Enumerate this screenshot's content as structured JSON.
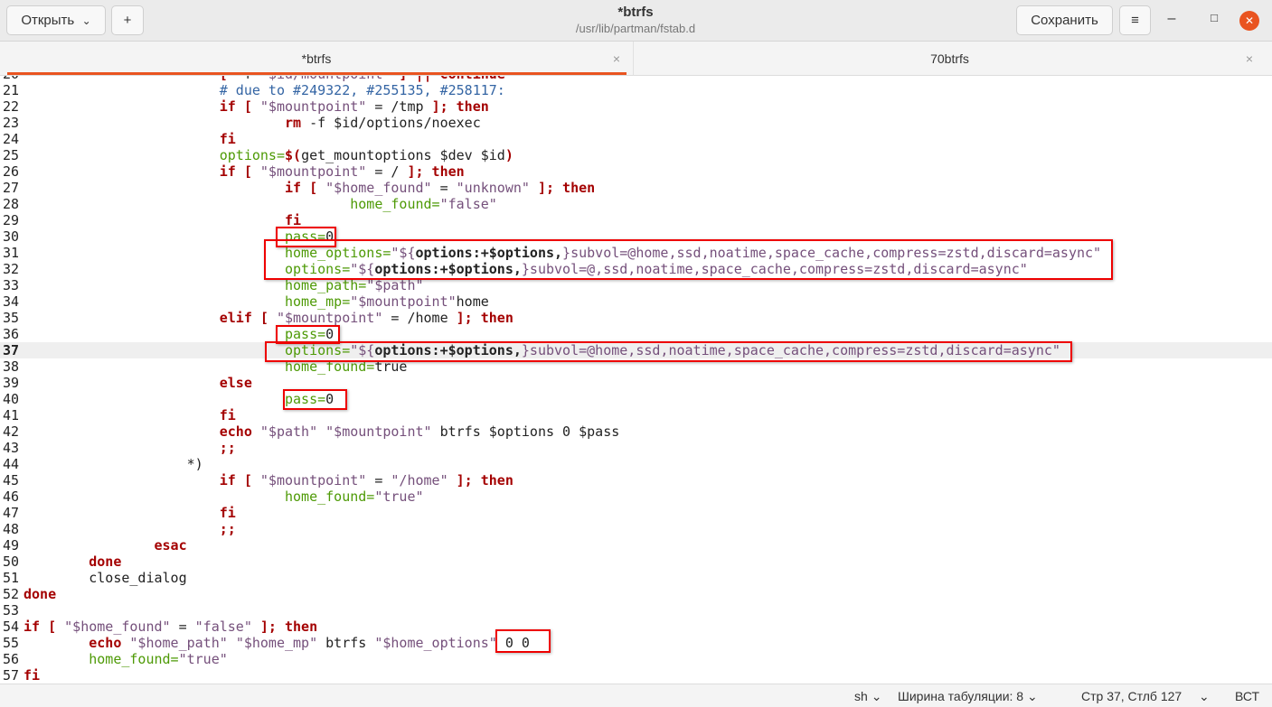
{
  "header": {
    "open_label": "Открыть",
    "open_chevron": "⌄",
    "new_tab_icon": "+",
    "title": "*btrfs",
    "subtitle": "/usr/lib/partman/fstab.d",
    "save_label": "Сохранить",
    "menu_icon": "≡",
    "minimize_icon": "–",
    "maximize_icon": "□",
    "close_icon": "✕"
  },
  "tabs": [
    {
      "label": "*btrfs",
      "close": "×",
      "active": true
    },
    {
      "label": "70btrfs",
      "close": "×",
      "active": false
    }
  ],
  "accent": "#e95420",
  "current_line": 37,
  "lines": [
    {
      "n": "20",
      "t": [
        [
          "tx",
          "\t\t\t"
        ],
        [
          "k",
          "[ "
        ],
        [
          "tx",
          "-f "
        ],
        [
          "s",
          "\"$id/mountpoint\""
        ],
        [
          "k",
          " ] || continue"
        ]
      ]
    },
    {
      "n": "21",
      "t": [
        [
          "tx",
          "\t\t\t"
        ],
        [
          "c",
          "# due to #249322, #255135, #258117:"
        ]
      ]
    },
    {
      "n": "22",
      "t": [
        [
          "tx",
          "\t\t\t"
        ],
        [
          "k",
          "if [ "
        ],
        [
          "s",
          "\"$mountpoint\""
        ],
        [
          "tx",
          " = /tmp "
        ],
        [
          "k",
          "]; then"
        ]
      ]
    },
    {
      "n": "23",
      "t": [
        [
          "tx",
          "\t\t\t\t"
        ],
        [
          "k",
          "rm"
        ],
        [
          "tx",
          " -f $id/options/noexec"
        ]
      ]
    },
    {
      "n": "24",
      "t": [
        [
          "tx",
          "\t\t\t"
        ],
        [
          "k",
          "fi"
        ]
      ]
    },
    {
      "n": "25",
      "t": [
        [
          "tx",
          "\t\t\t"
        ],
        [
          "v",
          "options="
        ],
        [
          "k",
          "$("
        ],
        [
          "tx",
          "get_mountoptions $dev $id"
        ],
        [
          "k",
          ")"
        ]
      ]
    },
    {
      "n": "26",
      "t": [
        [
          "tx",
          "\t\t\t"
        ],
        [
          "k",
          "if [ "
        ],
        [
          "s",
          "\"$mountpoint\""
        ],
        [
          "tx",
          " = / "
        ],
        [
          "k",
          "]; then"
        ]
      ]
    },
    {
      "n": "27",
      "t": [
        [
          "tx",
          "\t\t\t\t"
        ],
        [
          "k",
          "if [ "
        ],
        [
          "s",
          "\"$home_found\""
        ],
        [
          "tx",
          " = "
        ],
        [
          "s",
          "\"unknown\""
        ],
        [
          "k",
          " ]; then"
        ]
      ]
    },
    {
      "n": "28",
      "t": [
        [
          "tx",
          "\t\t\t\t\t"
        ],
        [
          "v",
          "home_found="
        ],
        [
          "s",
          "\"false\""
        ]
      ]
    },
    {
      "n": "29",
      "t": [
        [
          "tx",
          "\t\t\t\t"
        ],
        [
          "k",
          "fi"
        ]
      ]
    },
    {
      "n": "30",
      "t": [
        [
          "tx",
          "\t\t\t\t"
        ],
        [
          "v",
          "pass="
        ],
        [
          "tx",
          "0"
        ]
      ]
    },
    {
      "n": "31",
      "t": [
        [
          "tx",
          "\t\t\t\t"
        ],
        [
          "v",
          "home_options="
        ],
        [
          "s",
          "\"${"
        ],
        [
          "b",
          "options:+$options,"
        ],
        [
          "s",
          "}subvol=@home,ssd,noatime,space_cache,compress=zstd,discard=async\""
        ]
      ]
    },
    {
      "n": "32",
      "t": [
        [
          "tx",
          "\t\t\t\t"
        ],
        [
          "v",
          "options="
        ],
        [
          "s",
          "\"${"
        ],
        [
          "b",
          "options:+$options,"
        ],
        [
          "s",
          "}subvol=@,ssd,noatime,space_cache,compress=zstd,discard=async\""
        ]
      ]
    },
    {
      "n": "33",
      "t": [
        [
          "tx",
          "\t\t\t\t"
        ],
        [
          "v",
          "home_path="
        ],
        [
          "s",
          "\"$path\""
        ]
      ]
    },
    {
      "n": "34",
      "t": [
        [
          "tx",
          "\t\t\t\t"
        ],
        [
          "v",
          "home_mp="
        ],
        [
          "s",
          "\"$mountpoint\""
        ],
        [
          "tx",
          "home"
        ]
      ]
    },
    {
      "n": "35",
      "t": [
        [
          "tx",
          "\t\t\t"
        ],
        [
          "k",
          "elif [ "
        ],
        [
          "s",
          "\"$mountpoint\""
        ],
        [
          "tx",
          " = /home "
        ],
        [
          "k",
          "]; then"
        ]
      ]
    },
    {
      "n": "36",
      "t": [
        [
          "tx",
          "\t\t\t\t"
        ],
        [
          "v",
          "pass="
        ],
        [
          "tx",
          "0"
        ]
      ]
    },
    {
      "n": "37",
      "t": [
        [
          "tx",
          "\t\t\t\t"
        ],
        [
          "v",
          "options="
        ],
        [
          "s",
          "\"${"
        ],
        [
          "b",
          "options:+$options,"
        ],
        [
          "s",
          "}subvol=@home,ssd,noatime,space_cache,compress=zstd,discard=async\""
        ]
      ]
    },
    {
      "n": "38",
      "t": [
        [
          "tx",
          "\t\t\t\t"
        ],
        [
          "v",
          "home_found="
        ],
        [
          "tx",
          "true"
        ]
      ]
    },
    {
      "n": "39",
      "t": [
        [
          "tx",
          "\t\t\t"
        ],
        [
          "k",
          "else"
        ]
      ]
    },
    {
      "n": "40",
      "t": [
        [
          "tx",
          "\t\t\t\t"
        ],
        [
          "v",
          "pass="
        ],
        [
          "tx",
          "0"
        ]
      ]
    },
    {
      "n": "41",
      "t": [
        [
          "tx",
          "\t\t\t"
        ],
        [
          "k",
          "fi"
        ]
      ]
    },
    {
      "n": "42",
      "t": [
        [
          "tx",
          "\t\t\t"
        ],
        [
          "k",
          "echo"
        ],
        [
          "tx",
          " "
        ],
        [
          "s",
          "\"$path\""
        ],
        [
          "tx",
          " "
        ],
        [
          "s",
          "\"$mountpoint\""
        ],
        [
          "tx",
          " btrfs $options 0 $pass"
        ]
      ]
    },
    {
      "n": "43",
      "t": [
        [
          "tx",
          "\t\t\t"
        ],
        [
          "k",
          ";;"
        ]
      ]
    },
    {
      "n": "44",
      "t": [
        [
          "tx",
          "\t\t    *)"
        ]
      ]
    },
    {
      "n": "45",
      "t": [
        [
          "tx",
          "\t\t\t"
        ],
        [
          "k",
          "if [ "
        ],
        [
          "s",
          "\"$mountpoint\""
        ],
        [
          "tx",
          " = "
        ],
        [
          "s",
          "\"/home\""
        ],
        [
          "k",
          " ]; then"
        ]
      ]
    },
    {
      "n": "46",
      "t": [
        [
          "tx",
          "\t\t\t\t"
        ],
        [
          "v",
          "home_found="
        ],
        [
          "s",
          "\"true\""
        ]
      ]
    },
    {
      "n": "47",
      "t": [
        [
          "tx",
          "\t\t\t"
        ],
        [
          "k",
          "fi"
        ]
      ]
    },
    {
      "n": "48",
      "t": [
        [
          "tx",
          "\t\t\t"
        ],
        [
          "k",
          ";;"
        ]
      ]
    },
    {
      "n": "49",
      "t": [
        [
          "tx",
          "\t\t"
        ],
        [
          "k",
          "esac"
        ]
      ]
    },
    {
      "n": "50",
      "t": [
        [
          "tx",
          "\t"
        ],
        [
          "k",
          "done"
        ]
      ]
    },
    {
      "n": "51",
      "t": [
        [
          "tx",
          "\tclose_dialog"
        ]
      ]
    },
    {
      "n": "52",
      "t": [
        [
          "k",
          "done"
        ]
      ]
    },
    {
      "n": "53",
      "t": []
    },
    {
      "n": "54",
      "t": [
        [
          "k",
          "if [ "
        ],
        [
          "s",
          "\"$home_found\""
        ],
        [
          "tx",
          " = "
        ],
        [
          "s",
          "\"false\""
        ],
        [
          "k",
          " ]; then"
        ]
      ]
    },
    {
      "n": "55",
      "t": [
        [
          "tx",
          "\t"
        ],
        [
          "k",
          "echo"
        ],
        [
          "tx",
          " "
        ],
        [
          "s",
          "\"$home_path\""
        ],
        [
          "tx",
          " "
        ],
        [
          "s",
          "\"$home_mp\""
        ],
        [
          "tx",
          " btrfs "
        ],
        [
          "s",
          "\"$home_options\""
        ],
        [
          "tx",
          " 0 0"
        ]
      ]
    },
    {
      "n": "56",
      "t": [
        [
          "tx",
          "\t"
        ],
        [
          "v",
          "home_found="
        ],
        [
          "s",
          "\"true\""
        ]
      ]
    },
    {
      "n": "57",
      "t": [
        [
          "k",
          "fi"
        ]
      ]
    }
  ],
  "status": {
    "language": "sh",
    "tab_width": "Ширина табуляции: 8",
    "position": "Стр 37, Стлб 127",
    "mode": "ВСТ",
    "chevron": "⌄"
  }
}
